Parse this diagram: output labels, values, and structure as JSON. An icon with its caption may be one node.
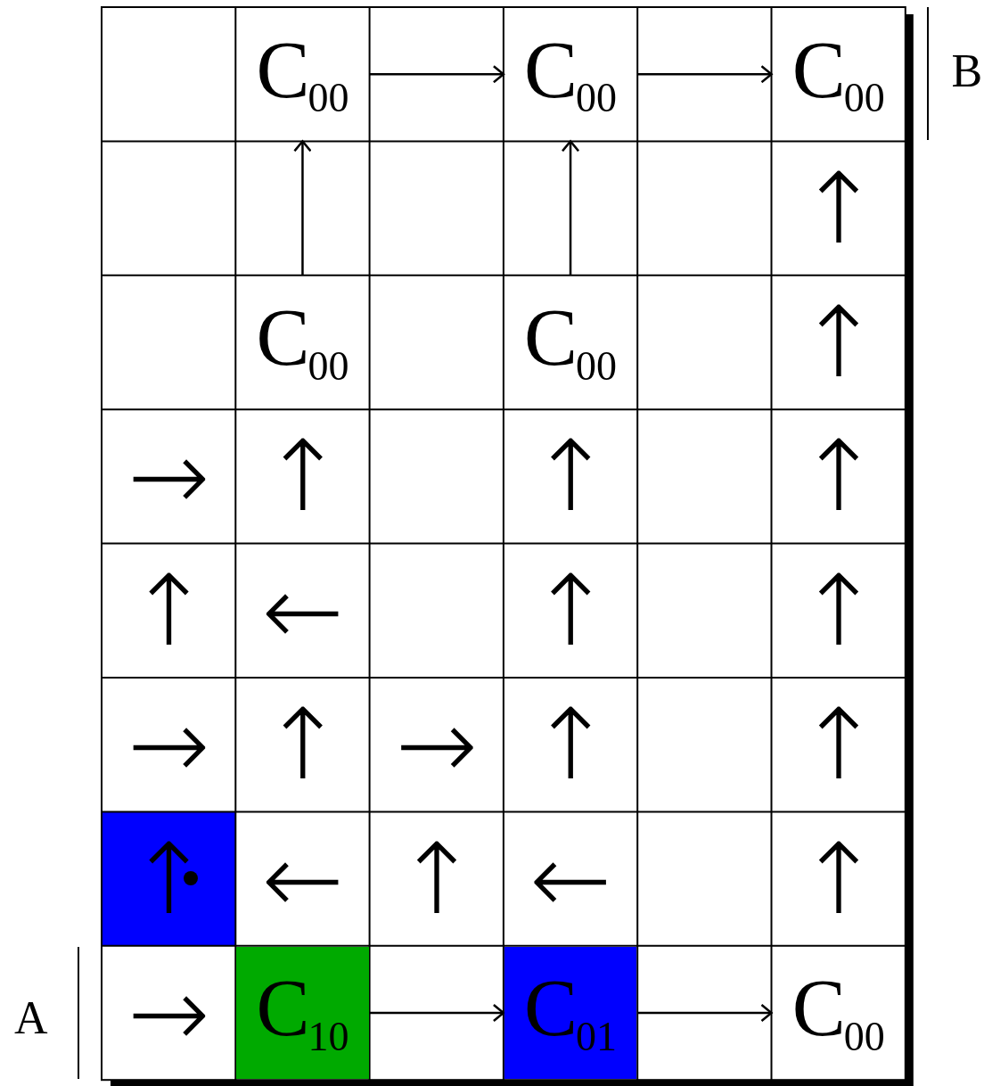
{
  "diagram": {
    "nodes": [
      {
        "text": [
          "C$_{00}$"
        ]
      },
      {
        "text": [
          "C$_{00}$"
        ]
      },
      {
        "text": [
          "C$_{00}$"
        ]
      },
      {
        "text": [
          "C$_{00}$"
        ]
      },
      {
        "text": [
          "C$_{00}$"
        ]
      },
      {
        "text": [
          "C$_{10}$"
        ]
      },
      {
        "text": [
          "C$_{01}$"
        ]
      },
      {
        "text": [
          "C$_{00}$"
        ]
      }
    ],
    "edges": [
      {
        "from": 0,
        "to": 1,
        "arrow": "to"
      },
      {
        "from": 1,
        "to": 2,
        "arrow": "to"
      },
      {
        "from": 3,
        "to": 0,
        "arrow": "to"
      },
      {
        "from": 4,
        "to": 1,
        "arrow": "to"
      },
      {
        "from": 5,
        "to": 6,
        "arrow": "to"
      },
      {
        "from": 6,
        "to": 7,
        "arrow": "to"
      }
    ],
    "labels": [
      "B",
      "↑",
      "↑",
      "→",
      "↑",
      "↑",
      "↑",
      "↑",
      "←",
      "↑",
      "↑",
      "→",
      "↑",
      "→",
      "↑",
      "↑",
      "↑",
      "←",
      "↑",
      "←",
      "↑",
      "A",
      "→"
    ]
  }
}
